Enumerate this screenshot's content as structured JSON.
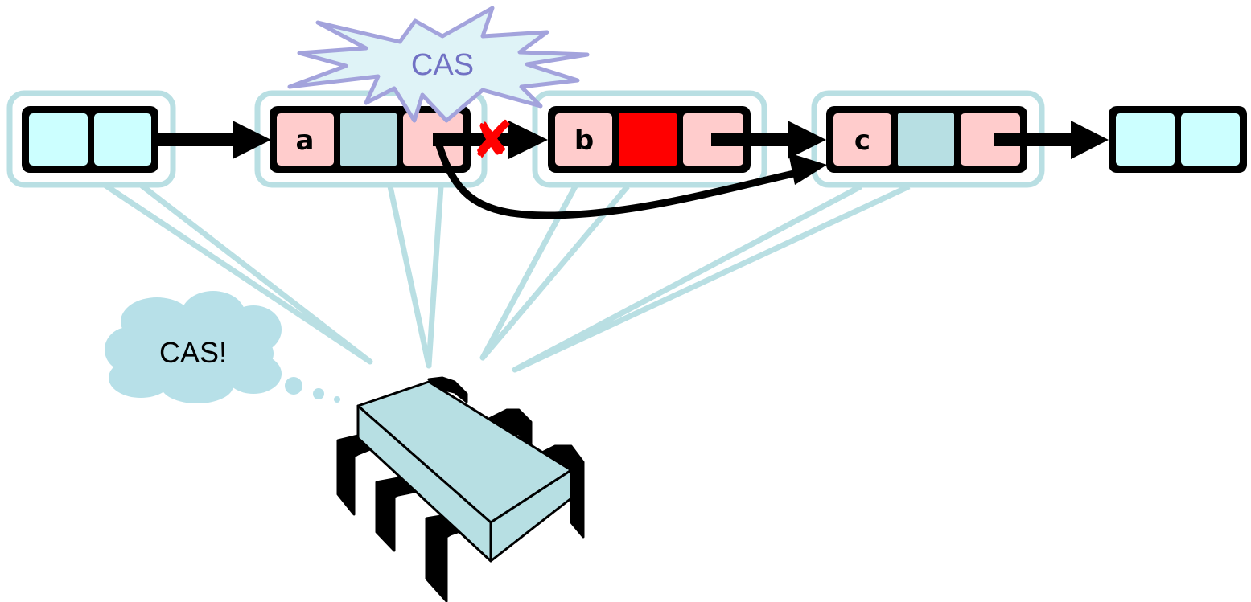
{
  "colors": {
    "node_cyan": "#ccffff",
    "node_pink": "#ffcccc",
    "node_teal_cell": "#b7dfe3",
    "marked_cell": "#ff0000",
    "halo": "#b9dfe3",
    "outline": "#000000",
    "burst_fill": "#dff3f7",
    "burst_stroke": "#a3a3dc",
    "burst_text": "#7171c4",
    "cloud_fill": "#b7e0e8",
    "cross": "#ff0000",
    "processor_fill": "#b7dfe3"
  },
  "nodes": [
    {
      "id": "n0",
      "label": "",
      "style": "sentinel"
    },
    {
      "id": "n1",
      "label": "a",
      "style": "list"
    },
    {
      "id": "n2",
      "label": "b",
      "style": "marked"
    },
    {
      "id": "n3",
      "label": "c",
      "style": "list"
    },
    {
      "id": "n4",
      "label": "",
      "style": "sentinel"
    }
  ],
  "burst": {
    "text": "CAS"
  },
  "thought_cloud": {
    "text": "CAS!"
  },
  "cross_mark": {
    "symbol": "✘"
  },
  "icons": {
    "cross": "cross-mark-icon",
    "processor": "processor-chip-icon",
    "burst": "cas-burst-icon",
    "cloud": "thought-cloud-icon"
  }
}
